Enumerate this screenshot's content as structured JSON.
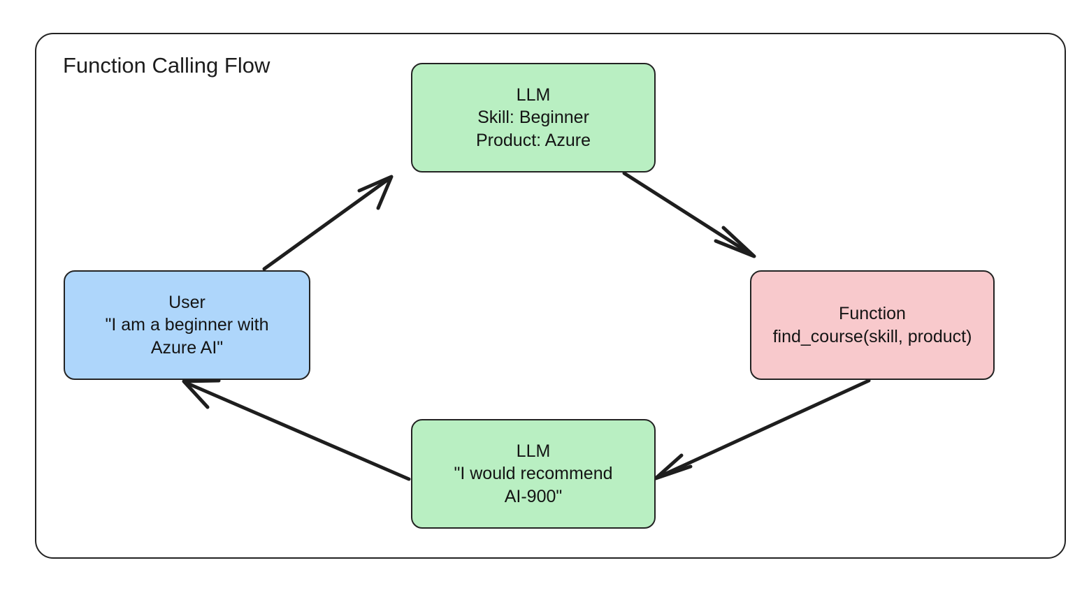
{
  "diagram": {
    "title": "Function Calling Flow",
    "background_color": "#ffffff",
    "border_color": "#232323",
    "text_color": "#141414",
    "nodes": [
      {
        "id": "llm-request",
        "name": "llm-request-node",
        "fill": "#b9efc2",
        "lines": [
          "LLM",
          "Skill: Beginner",
          "Product: Azure"
        ]
      },
      {
        "id": "user",
        "name": "user-node",
        "fill": "#aed6fb",
        "lines": [
          "User",
          "\"I am a beginner with",
          "Azure AI\""
        ]
      },
      {
        "id": "function",
        "name": "function-node",
        "fill": "#f8c9cc",
        "lines": [
          "Function",
          "find_course(skill, product)"
        ]
      },
      {
        "id": "llm-response",
        "name": "llm-response-node",
        "fill": "#b9efc2",
        "lines": [
          "LLM",
          "\"I would recommend",
          "AI-900\""
        ]
      }
    ],
    "edges": [
      {
        "id": "user-to-llm-request",
        "from": "user",
        "to": "llm-request",
        "label": ""
      },
      {
        "id": "llm-request-to-function",
        "from": "llm-request",
        "to": "function",
        "label": ""
      },
      {
        "id": "function-to-llm-response",
        "from": "function",
        "to": "llm-response",
        "label": ""
      },
      {
        "id": "llm-response-to-user",
        "from": "llm-response",
        "to": "user",
        "label": ""
      }
    ]
  }
}
